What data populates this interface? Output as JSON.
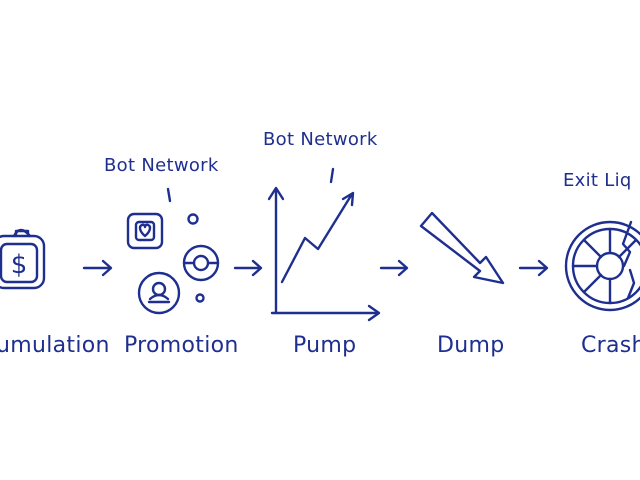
{
  "diagram": {
    "ink_color": "#1f2f8f",
    "background": "#ffffff",
    "stages": [
      {
        "id": "accumulation",
        "label": "umulation",
        "icon": "money-bag-icon"
      },
      {
        "id": "promotion",
        "label": "Promotion",
        "icon": "social-icons-cluster"
      },
      {
        "id": "pump",
        "label": "Pump",
        "icon": "rising-chart-icon"
      },
      {
        "id": "dump",
        "label": "Dump",
        "icon": "down-arrow-icon"
      },
      {
        "id": "crash",
        "label": "Crash",
        "icon": "broken-wheel-icon"
      }
    ],
    "annotations": {
      "promotion_top": "Bot Network",
      "pump_top": "Bot Network",
      "crash_top": "Exit Liq"
    },
    "money_symbol": "$"
  }
}
